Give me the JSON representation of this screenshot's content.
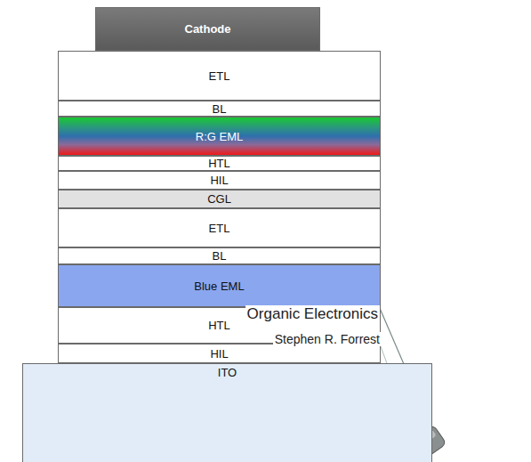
{
  "diagram": {
    "nodes": [
      {
        "text": [
          "Cathode"
        ]
      },
      {
        "text": [
          "ETL"
        ]
      },
      {
        "text": [
          "BL"
        ]
      },
      {
        "text": [
          "R:G EML"
        ]
      },
      {
        "text": [
          "HTL"
        ]
      },
      {
        "text": [
          "HIL"
        ]
      },
      {
        "text": [
          "CGL"
        ]
      },
      {
        "text": [
          "ETL"
        ]
      },
      {
        "text": [
          "BL"
        ]
      },
      {
        "text": [
          "Blue EML"
        ]
      },
      {
        "text": [
          "HTL"
        ]
      },
      {
        "text": [
          "HIL"
        ]
      },
      {
        "text": [
          "ITO"
        ]
      }
    ],
    "labels": [
      "Organic Electronics",
      "Stephen R. Forrest"
    ]
  }
}
